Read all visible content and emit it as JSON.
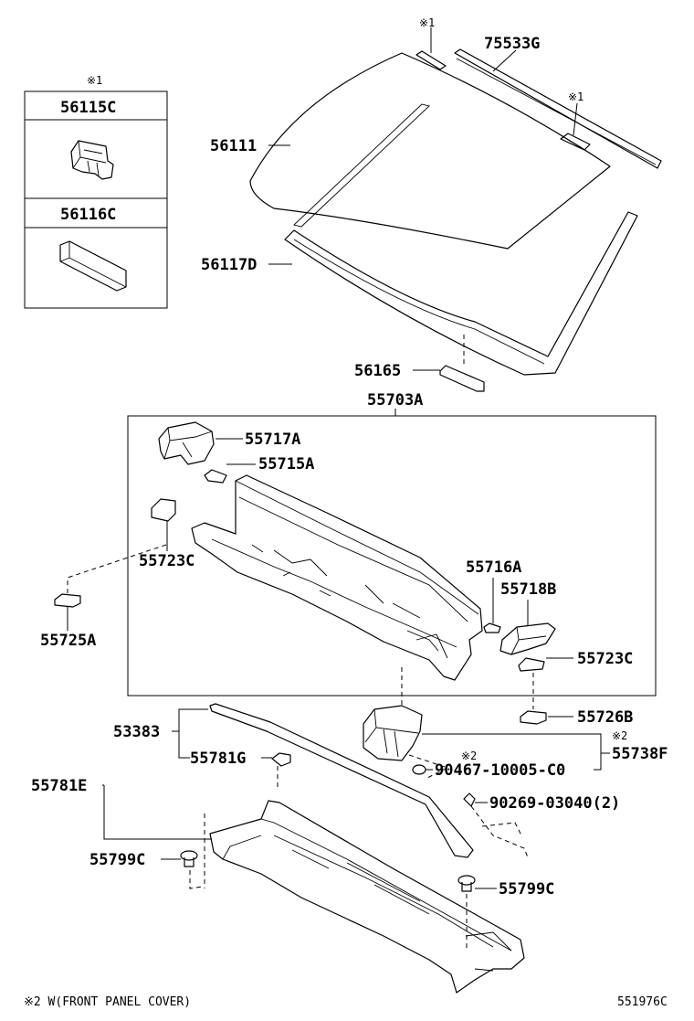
{
  "diagram": {
    "labels": {
      "p55533g": "75533G",
      "note1_top": "※1",
      "note1_right": "※1",
      "note1_inset": "※1",
      "p56115c": "56115C",
      "p56116c": "56116C",
      "p56111": "56111",
      "p56117d": "56117D",
      "p56165": "56165",
      "p55703a": "55703A",
      "p55717a": "55717A",
      "p55715a": "55715A",
      "p55723c_left": "55723C",
      "p55725a": "55725A",
      "p55716a": "55716A",
      "p55718b": "55718B",
      "p55723c_right": "55723C",
      "p55726b": "55726B",
      "p53383": "53383",
      "p55781g": "55781G",
      "p55781e": "55781E",
      "note2_a": "※2",
      "note2_b": "※2",
      "p90467": "90467-10005-C0",
      "p55738f": "55738F",
      "p90269": "90269-03040(2)",
      "p55799c_left": "55799C",
      "p55799c_right": "55799C"
    },
    "footnote": "※2  W(FRONT PANEL COVER)",
    "diagram_id": "551976C"
  }
}
